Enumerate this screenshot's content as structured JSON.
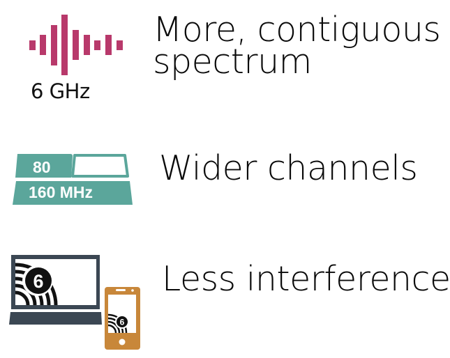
{
  "colors": {
    "spectrum": "#b8396b",
    "channel": "#5ba69b",
    "laptop": "#3b4753",
    "phone": "#c8873a",
    "text": "#0a0a0a",
    "background": "#ffffff"
  },
  "features": [
    {
      "icon": "spectrum-bars-icon",
      "icon_label": "6 GHz",
      "text_line1": "More, contiguous",
      "text_line2": "spectrum"
    },
    {
      "icon": "channel-width-icon",
      "channel_small": "80",
      "channel_large": "160 MHz",
      "text_line1": "Wider channels"
    },
    {
      "icon": "devices-wifi6-icon",
      "laptop_badge": "6",
      "phone_badge": "6",
      "text_line1": "Less interference"
    }
  ]
}
